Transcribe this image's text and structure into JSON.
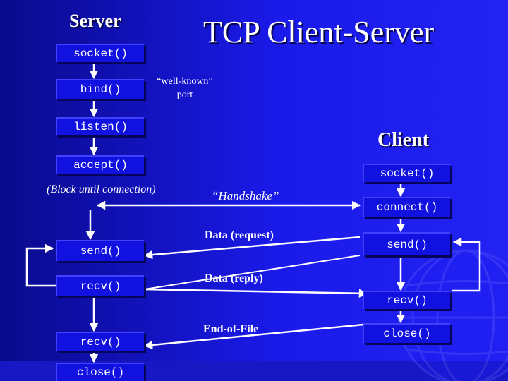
{
  "slide": {
    "title": "TCP Client-Server",
    "server_heading": "Server",
    "client_heading": "Client"
  },
  "server": {
    "socket": "socket()",
    "bind": "bind()",
    "listen": "listen()",
    "accept": "accept()",
    "send": "send()",
    "recv1": "recv()",
    "recv2": "recv()",
    "close": "close()"
  },
  "client": {
    "socket": "socket()",
    "connect": "connect()",
    "send": "send()",
    "recv": "recv()",
    "close": "close()"
  },
  "labels": {
    "well_known_line1": "“well-known”",
    "well_known_line2": "port",
    "block": "(Block until connection)",
    "handshake": "“Handshake”",
    "data_request": "Data (request)",
    "data_reply": "Data (reply)",
    "eof": "End-of-File"
  },
  "colors": {
    "background": "#1a1aea",
    "box_fill": "#1212e0",
    "text": "#ffffff"
  }
}
